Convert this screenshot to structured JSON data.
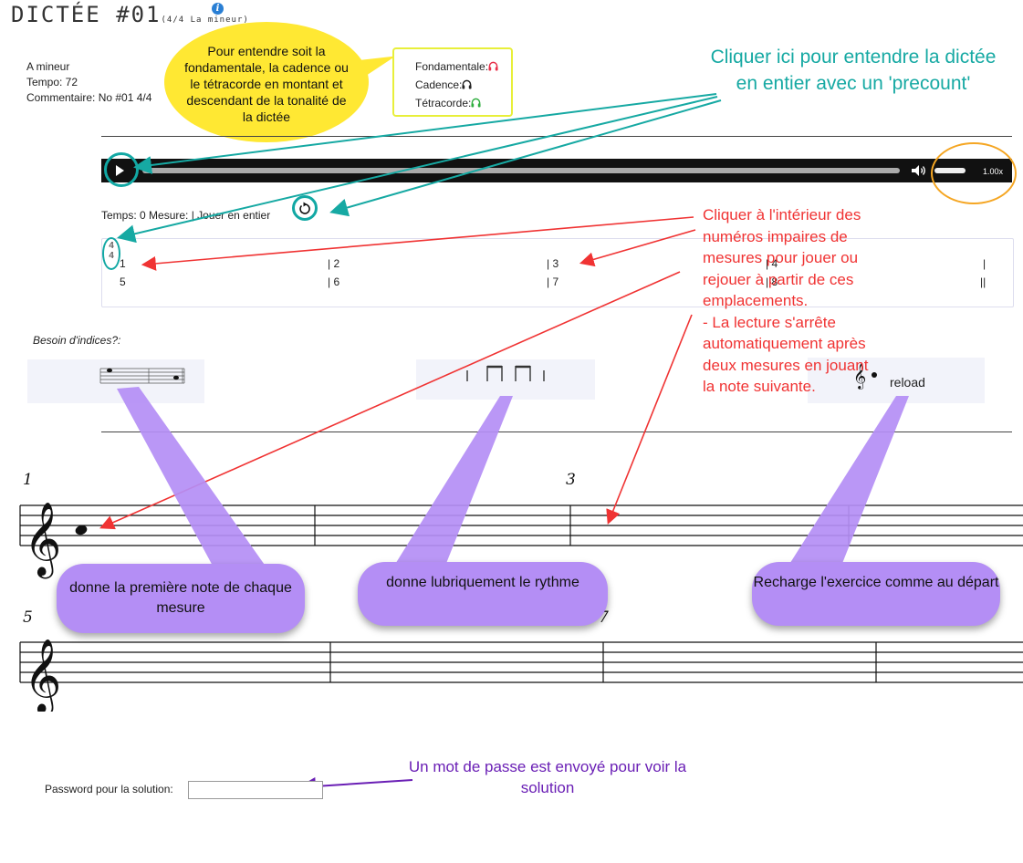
{
  "header": {
    "title": "DICTÉE #01",
    "subtitle": "(4/4 La mineur)"
  },
  "meta": {
    "key": "A mineur",
    "tempo": "Tempo:  72",
    "comment": "Commentaire:  No #01 4/4"
  },
  "listen_box": {
    "fondamentale": "Fondamentale:",
    "cadence": "Cadence:",
    "tetracorde": "Tétracorde:",
    "colors": {
      "fondamentale": "#e8304a",
      "cadence": "#222222",
      "tetracorde": "#2fae3f"
    }
  },
  "player": {
    "speed": "1.00x"
  },
  "status": {
    "text": "Temps: 0  Mesure:   | Jouer en entier"
  },
  "time_signature": {
    "top": "4",
    "bottom": "4"
  },
  "measure_numbers": {
    "row1": [
      "1",
      "| 2",
      "| 3",
      "| 4",
      "|"
    ],
    "row2": [
      "5",
      "| 6",
      "| 7",
      "| 8",
      "||"
    ]
  },
  "hints": {
    "label": "Besoin d'indices?:",
    "reload": "reload"
  },
  "score": {
    "bar_numbers": [
      "1",
      "3",
      "5",
      "7"
    ]
  },
  "password": {
    "label": "Password pour la solution:",
    "value": ""
  },
  "annotations": {
    "yellow": "Pour entendre soit la fondamentale, la cadence ou le tétracorde en montant et descendant de la tonalité de la dictée",
    "teal": "Cliquer ici pour entendre la dictée en entier avec un 'precount'",
    "red": [
      "Cliquer à l'intérieur des",
      "numéros impaires de",
      "mesures pour jouer ou",
      "rejouer à partir de ces",
      "emplacements.",
      "- La lecture s'arrête",
      "automatiquement après",
      "deux mesures en jouant",
      "la note suivante."
    ],
    "pill_first_note": "donne la première note de chaque mesure",
    "pill_rhythm": "donne lubriquement le rythme",
    "pill_reload": "Recharge l'exercice comme au départ",
    "purple": "Un mot de passe est envoyé pour voir la solution"
  },
  "colors": {
    "teal": "#16a9a3",
    "red": "#f03333",
    "yellow": "#ffe833",
    "orange": "#f5a623",
    "violet": "#b48ef5",
    "purple": "#6a1fb5"
  }
}
